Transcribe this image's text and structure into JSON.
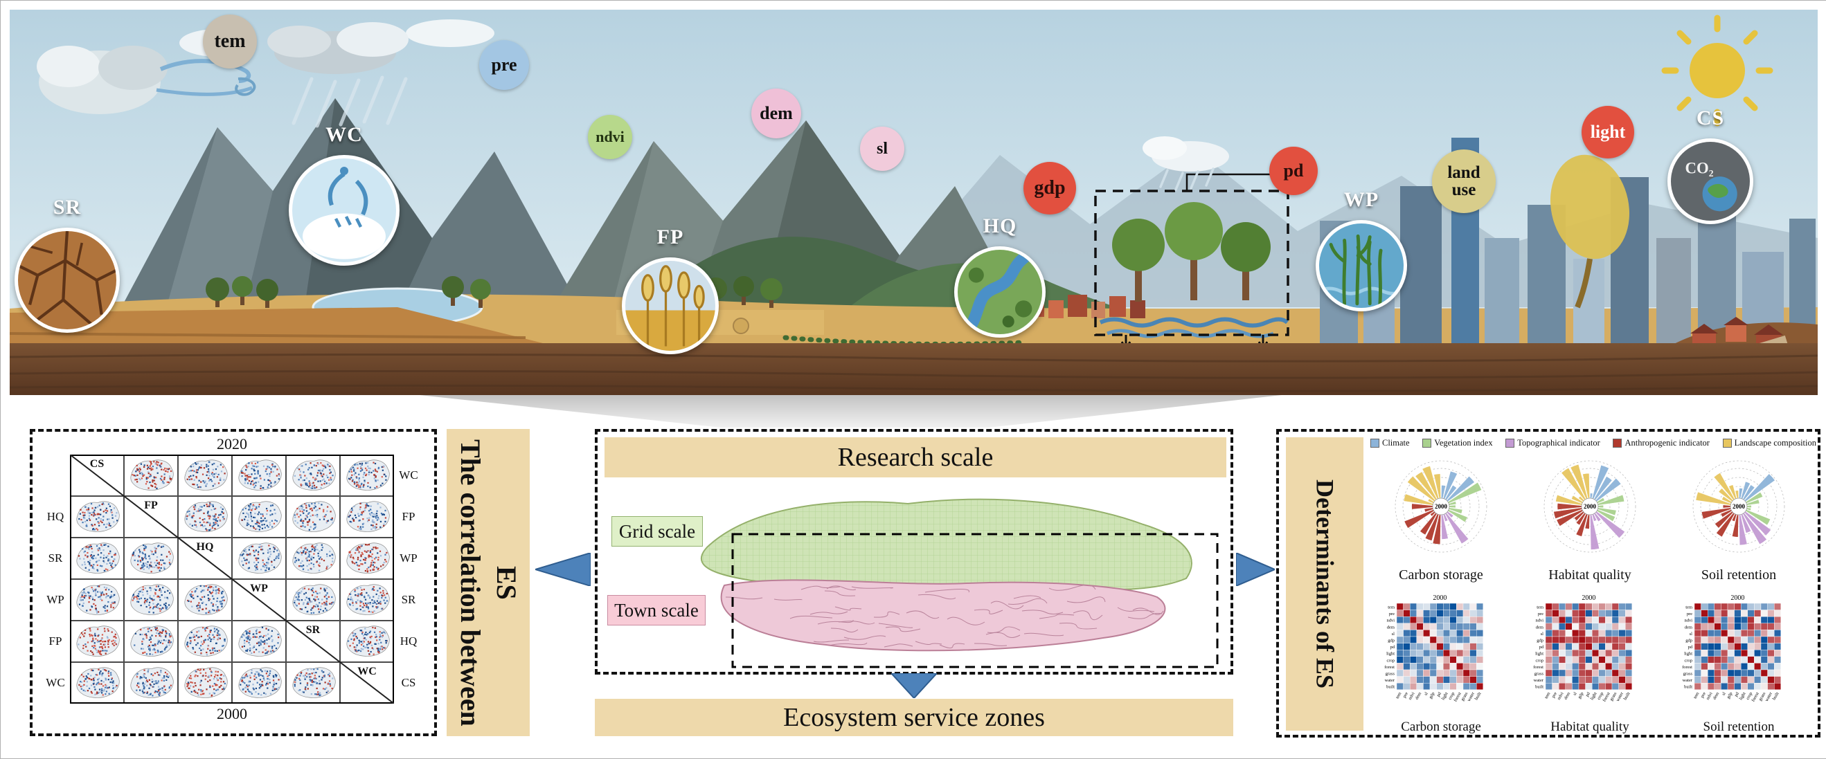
{
  "figure": {
    "scene": {
      "factor_bubbles": [
        {
          "id": "tem",
          "label": "tem",
          "bg": "#c8bfb0",
          "fg": "#111111"
        },
        {
          "id": "pre",
          "label": "pre",
          "bg": "#a3c6e3",
          "fg": "#111111"
        },
        {
          "id": "ndvi",
          "label": "ndvi",
          "bg": "#b7d88b",
          "fg": "#223311"
        },
        {
          "id": "dem",
          "label": "dem",
          "bg": "#efc0d7",
          "fg": "#111111"
        },
        {
          "id": "sl",
          "label": "sl",
          "bg": "#f1cbdb",
          "fg": "#111111"
        },
        {
          "id": "gdp",
          "label": "gdp",
          "bg": "#e2503f",
          "fg": "#2a0d0a"
        },
        {
          "id": "pd",
          "label": "pd",
          "bg": "#e2503f",
          "fg": "#2a0d0a"
        },
        {
          "id": "land_use",
          "label": "land use",
          "bg": "#d8cd8b",
          "fg": "#111111"
        },
        {
          "id": "light",
          "label": "light",
          "bg": "#e2503f",
          "fg": "#ffffff"
        }
      ],
      "service_insets": [
        {
          "id": "SR",
          "label": "SR"
        },
        {
          "id": "WC",
          "label": "WC"
        },
        {
          "id": "FP",
          "label": "FP"
        },
        {
          "id": "HQ",
          "label": "HQ"
        },
        {
          "id": "WP",
          "label": "WP"
        },
        {
          "id": "CS",
          "label": "CS",
          "inner_text": "CO₂"
        }
      ]
    },
    "correlation_panel": {
      "banner": "The correlation between ES",
      "top_year": "2020",
      "bottom_year": "2000",
      "left_labels": [
        "",
        "HQ",
        "SR",
        "WP",
        "FP",
        "WC"
      ],
      "right_labels": [
        "WC",
        "FP",
        "WP",
        "SR",
        "HQ",
        "CS"
      ],
      "diagonal_labels": [
        "CS",
        "FP",
        "HQ",
        "WP",
        "SR",
        "WC"
      ]
    },
    "scale_panel": {
      "title": "Research scale",
      "grid_scale": "Grid scale",
      "town_scale": "Town scale",
      "zones_bar": "Ecosystem service zones"
    },
    "determinants_panel": {
      "banner": "Determinants of ES",
      "legend": [
        {
          "label": "Climate",
          "color": "#8db4d9"
        },
        {
          "label": "Vegetation index",
          "color": "#a9d18e"
        },
        {
          "label": "Topographical indicator",
          "color": "#c39bd3"
        },
        {
          "label": "Anthropogenic indicator",
          "color": "#b03a2e"
        },
        {
          "label": "Landscape composition",
          "color": "#e7c65f"
        }
      ],
      "rose_charts": [
        {
          "title": "Carbon storage",
          "center_year": "2000"
        },
        {
          "title": "Habitat quality",
          "center_year": "2000"
        },
        {
          "title": "Soil retention",
          "center_year": "2000"
        }
      ],
      "heatmaps": [
        {
          "title": "Carbon storage",
          "year": "2000"
        },
        {
          "title": "Habitat quality",
          "year": "2000"
        },
        {
          "title": "Soil retention",
          "year": "2000"
        }
      ],
      "heatmap_variables": [
        "tem",
        "pre",
        "ndvi",
        "dem",
        "sl",
        "gdp",
        "pd",
        "light",
        "crop",
        "forest",
        "grass",
        "water",
        "built"
      ]
    }
  }
}
